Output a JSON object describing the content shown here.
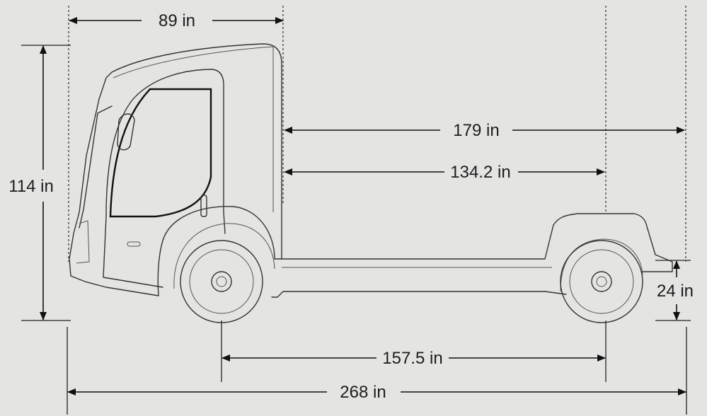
{
  "dimensions": {
    "cab_length": "89 in",
    "height": "114 in",
    "cab_to_end": "179 in",
    "cab_to_axle": "134.2 in",
    "ground_clearance": "24 in",
    "wheelbase": "157.5 in",
    "overall_length": "268 in"
  },
  "colors": {
    "background": "#e4e4e3",
    "line": "#111111",
    "text": "#1d1d1d"
  }
}
